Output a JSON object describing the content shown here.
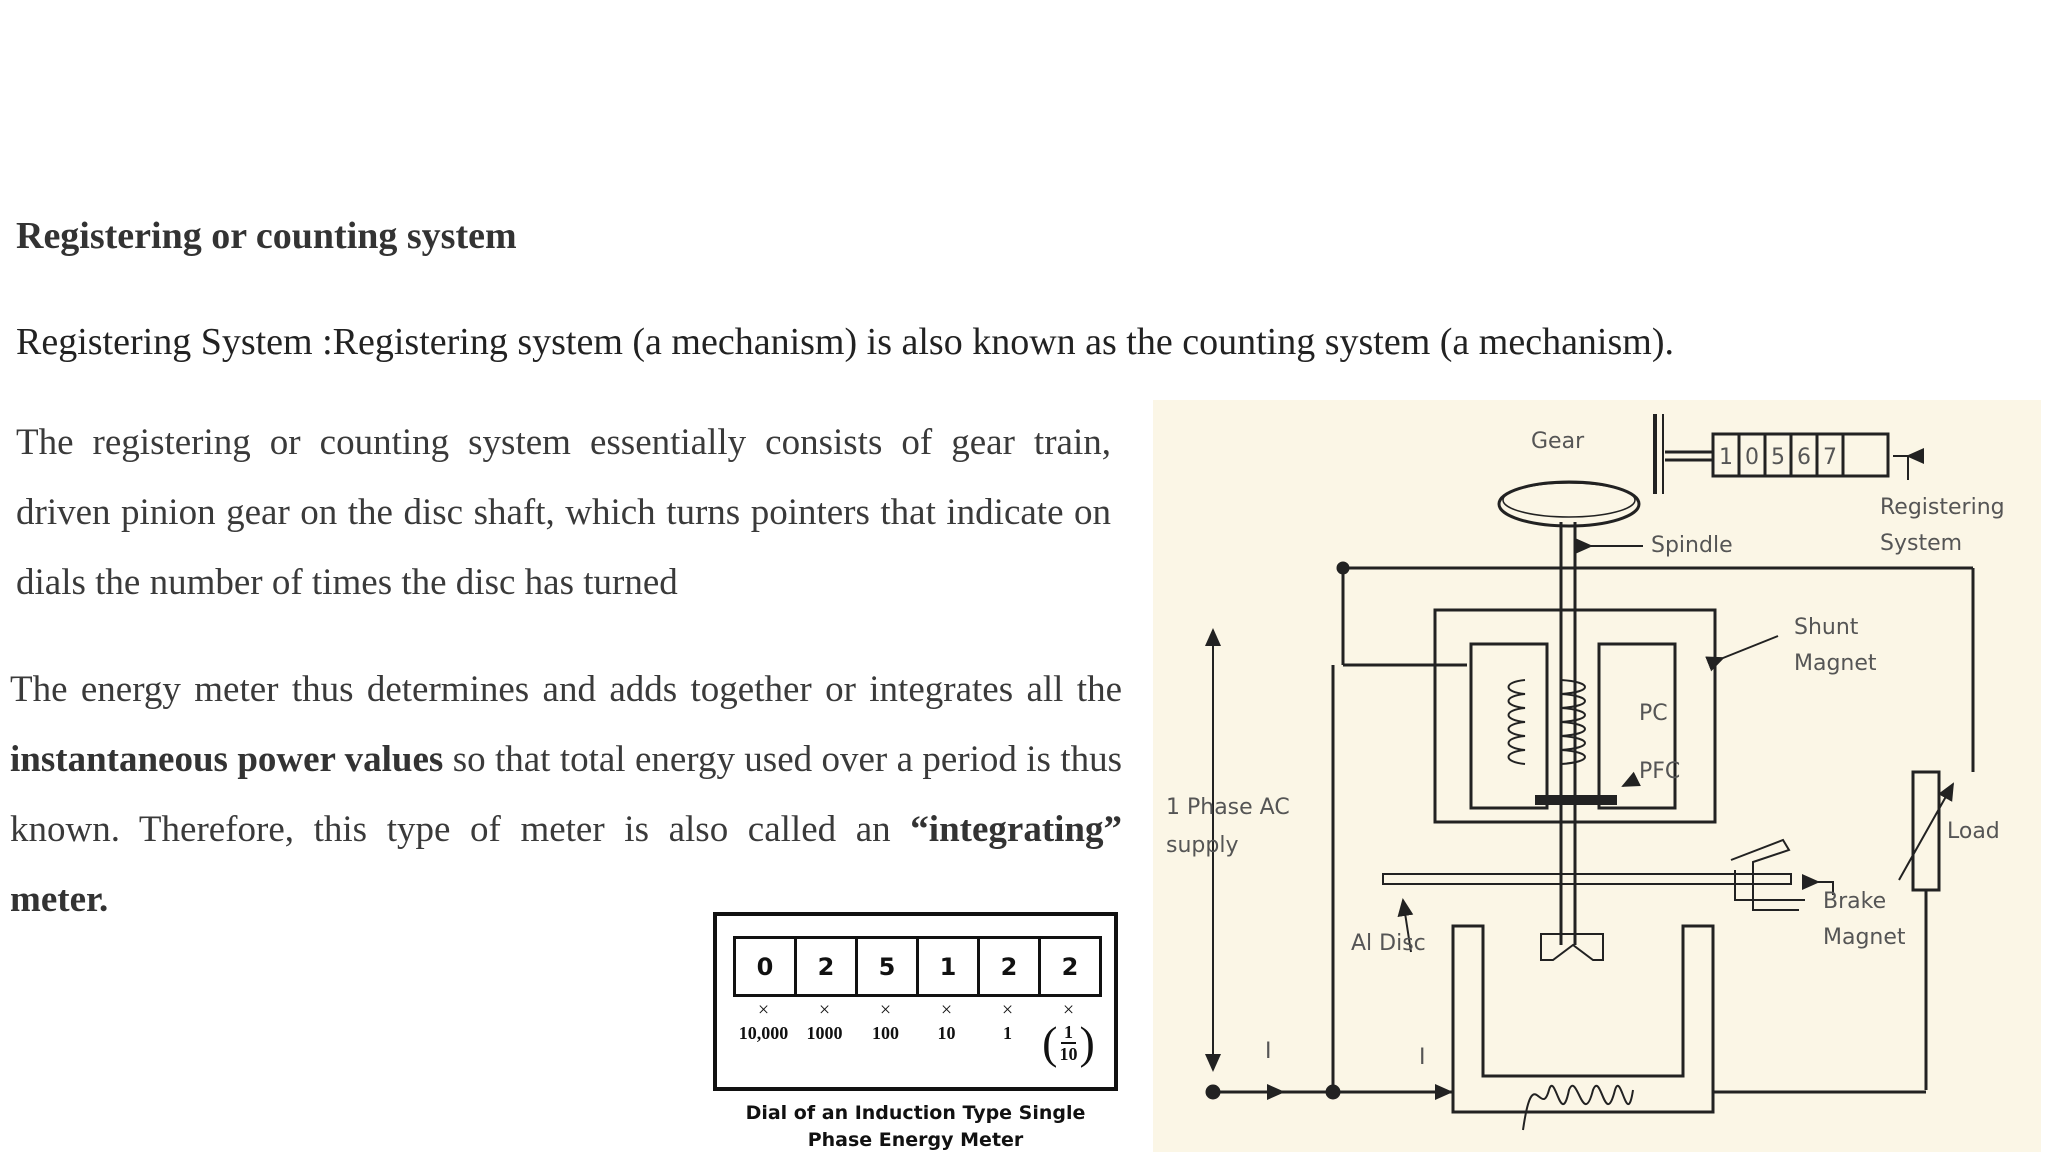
{
  "heading": "Registering or counting system",
  "line1": "Registering System :Registering system (a mechanism) is also known as the counting system (a mechanism).",
  "para1": "The registering or counting system essentially consists of gear train, driven pinion gear on the disc shaft, which turns pointers that indicate on dials the number of times the disc has turned",
  "para2": {
    "p1": "The energy meter thus determines and adds together or integrates all the ",
    "b1": "instantaneous power values",
    "p2": " so that total energy used over a period is thus known. Therefore, this type of meter is also called an ",
    "b2": "“integrating” meter."
  },
  "dial": {
    "digits": [
      "0",
      "2",
      "5",
      "1",
      "2",
      "2"
    ],
    "times": "×",
    "multipliers": [
      "10,000",
      "1000",
      "100",
      "10",
      "1"
    ],
    "last_fraction": {
      "numerator": "1",
      "denominator": "10"
    },
    "caption_line1": "Dial of an Induction Type Single",
    "caption_line2": "Phase Energy Meter"
  },
  "diagram": {
    "register_digits": [
      "1",
      "0",
      "5",
      "6",
      "7"
    ],
    "labels": {
      "gear": "Gear",
      "spindle": "Spindle",
      "registering1": "Registering",
      "registering2": "System",
      "shunt1": "Shunt",
      "shunt2": "Magnet",
      "pc": "PC",
      "pfc": "PFC",
      "supply1": "1 Phase AC",
      "supply2": "supply",
      "load": "Load",
      "brake1": "Brake",
      "brake2": "Magnet",
      "disc": "Al Disc",
      "current1": "I",
      "current2": "I"
    }
  }
}
